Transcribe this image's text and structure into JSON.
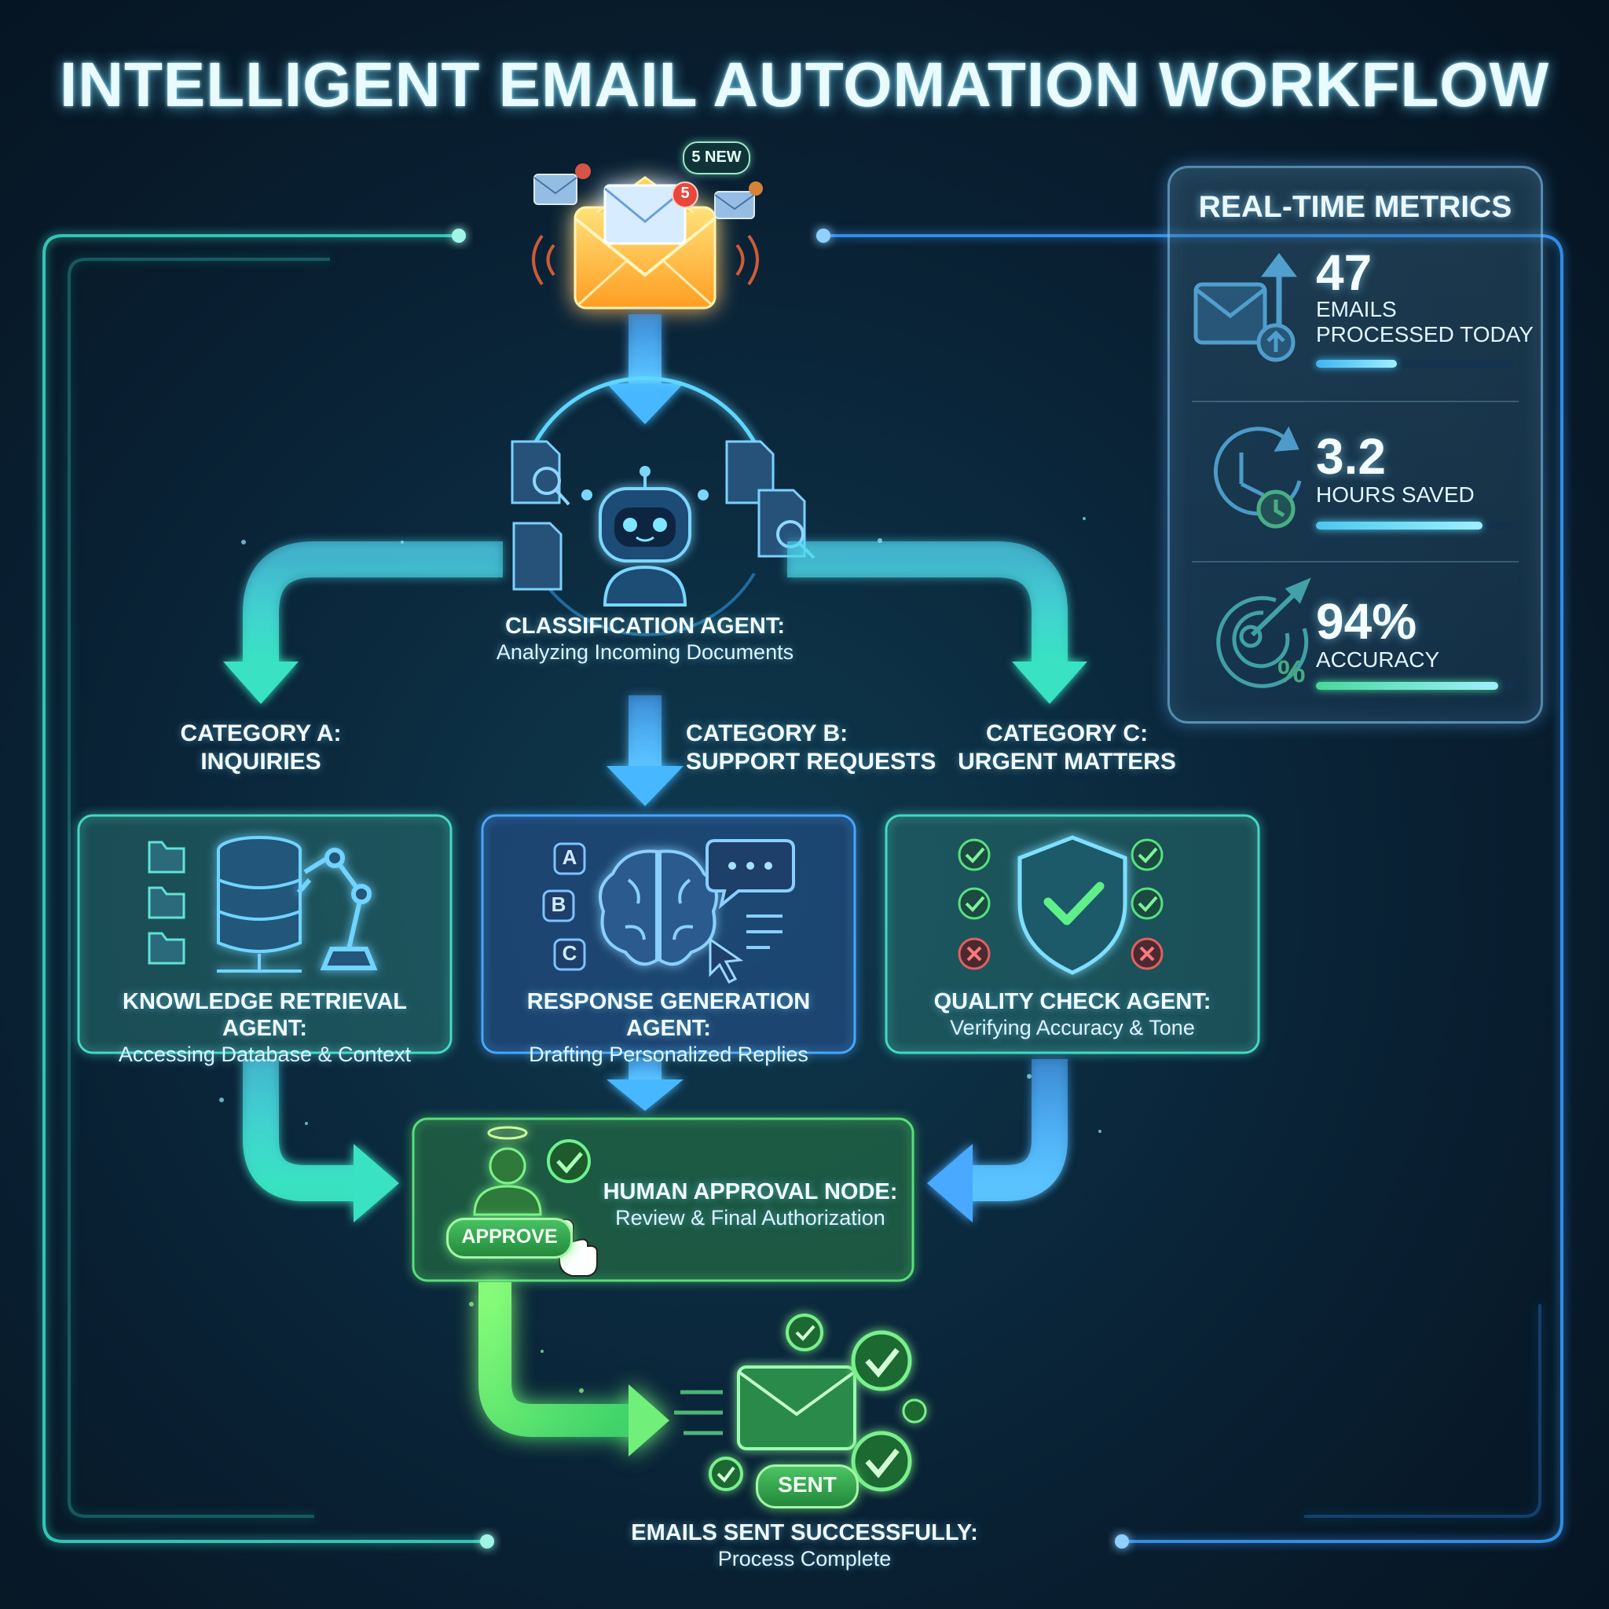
{
  "title": "INTELLIGENT EMAIL AUTOMATION WORKFLOW",
  "inbox": {
    "badge_new": "5 NEW",
    "count": "5",
    "icon": "envelope-icon"
  },
  "classification": {
    "title": "CLASSIFICATION AGENT:",
    "subtitle": "Analyzing Incoming Documents",
    "icon": "robot-icon"
  },
  "categories": {
    "a": {
      "line1": "CATEGORY A:",
      "line2": "INQUIRIES"
    },
    "b": {
      "line1": "CATEGORY B:",
      "line2": "SUPPORT REQUESTS"
    },
    "c": {
      "line1": "CATEGORY C:",
      "line2": "URGENT MATTERS"
    }
  },
  "agents": {
    "knowledge": {
      "title": "KNOWLEDGE RETRIEVAL AGENT:",
      "subtitle": "Accessing Database & Context",
      "icon": "database-icon"
    },
    "response": {
      "title": "RESPONSE GENERATION AGENT:",
      "subtitle": "Drafting Personalized Replies",
      "icon": "brain-icon",
      "options": [
        "A",
        "B",
        "C"
      ]
    },
    "quality": {
      "title": "QUALITY CHECK AGENT:",
      "subtitle": "Verifying Accuracy & Tone",
      "icon": "shield-check-icon"
    }
  },
  "approval": {
    "title": "HUMAN APPROVAL NODE:",
    "subtitle": "Review & Final Authorization",
    "button": "APPROVE",
    "icon": "person-icon"
  },
  "sent": {
    "button": "SENT",
    "title": "EMAILS SENT SUCCESSFULLY:",
    "subtitle": "Process Complete",
    "icon": "envelope-check-icon"
  },
  "metrics": {
    "title": "REAL-TIME METRICS",
    "items": [
      {
        "value": "47",
        "label_line1": "EMAILS",
        "label_line2": "PROCESSED TODAY",
        "progress": 0.41,
        "icon": "envelope-upload-icon",
        "color": "#3fb4f0"
      },
      {
        "value": "3.2",
        "label_line1": "HOURS SAVED",
        "label_line2": "",
        "progress": 0.84,
        "icon": "clock-icon",
        "color": "#4cc8ee"
      },
      {
        "value": "94%",
        "label_line1": "ACCURACY",
        "label_line2": "",
        "progress": 0.92,
        "icon": "target-icon",
        "color": "#48d99a"
      }
    ]
  },
  "colors": {
    "teal": "#3fe0c8",
    "blue": "#3aa7ff",
    "green": "#4fe07a",
    "orange": "#ffb23e"
  }
}
